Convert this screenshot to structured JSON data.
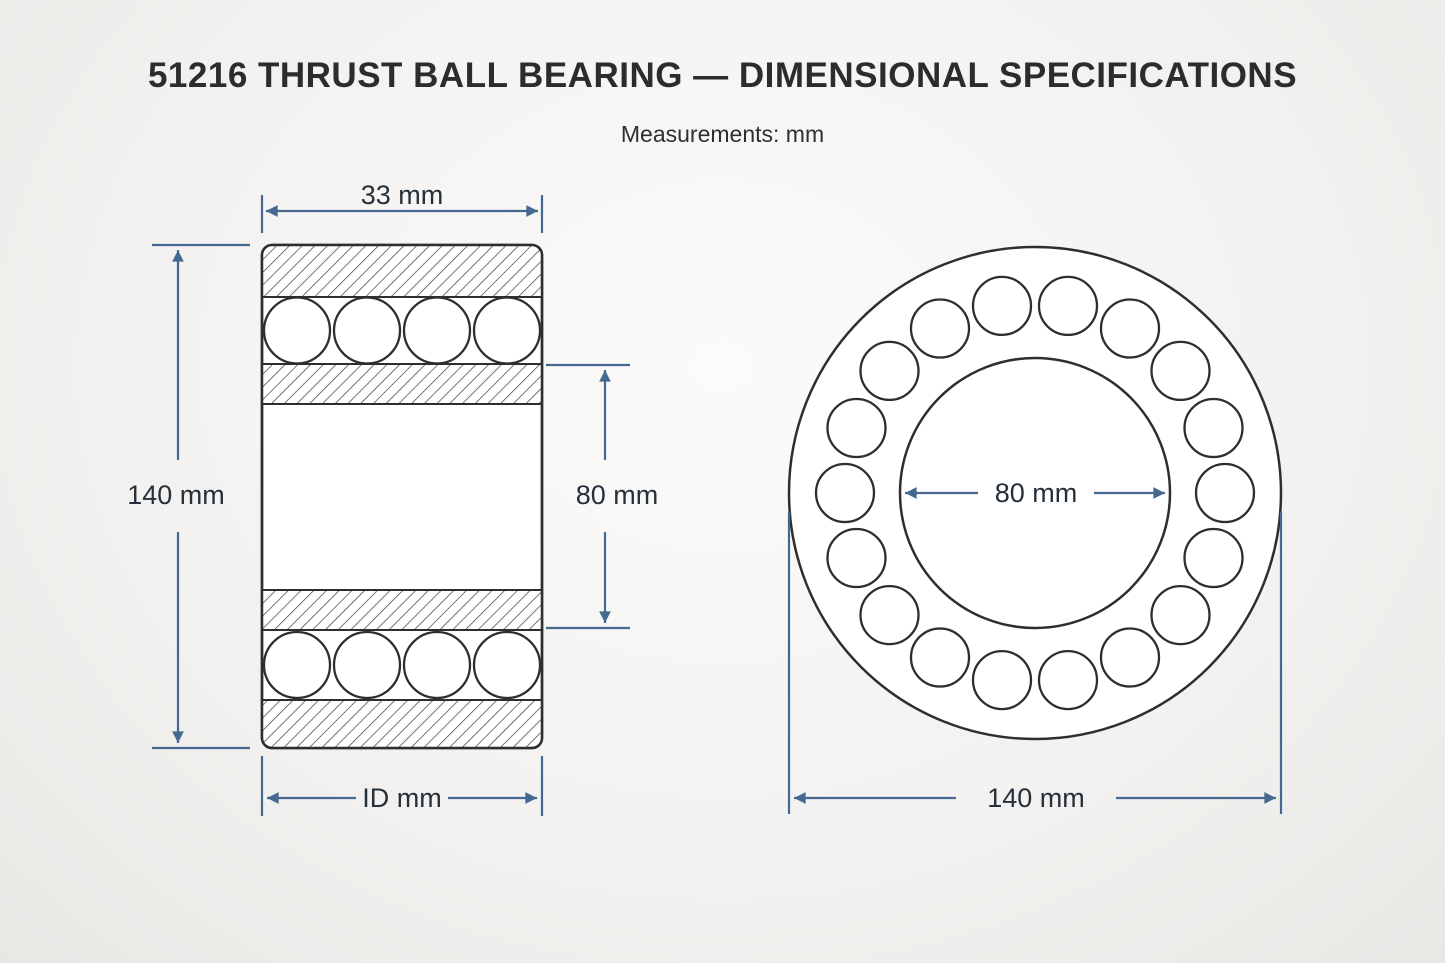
{
  "title": "51216 THRUST BALL BEARING — DIMENSIONAL SPECIFICATIONS",
  "subtitle": "Measurements: mm",
  "units": "mm",
  "side_view": {
    "name": "cross-section view",
    "width_label": "33 mm",
    "height_label": "140 mm",
    "inner_height_label": "80 mm",
    "inner_diameter_label": "ID mm",
    "ball_rows": 2,
    "balls_per_row": 4
  },
  "front_view": {
    "name": "front view",
    "bore_label": "80 mm",
    "outer_diameter_label": "140 mm",
    "ball_count": 18
  },
  "colors": {
    "dimension_line": "#44688f",
    "dimension_text": "#26303a",
    "outline": "#2e2e2e"
  }
}
